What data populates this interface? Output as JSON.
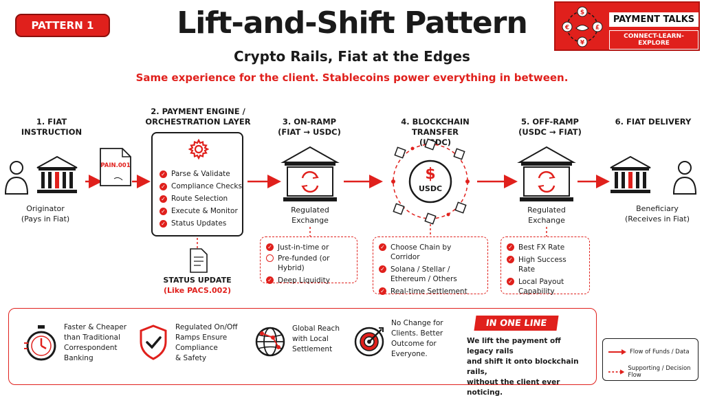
{
  "badge": "PATTERN 1",
  "title": "Lift-and-Shift Pattern",
  "subtitle": "Crypto Rails, Fiat at the Edges",
  "tagline": "Same experience for the client. Stablecoins power everything in between.",
  "brand": {
    "name": "PAYMENT TALKS",
    "slogan": "CONNECT-LEARN-EXPLORE"
  },
  "colors": {
    "accent": "#e0201c",
    "ink": "#1a1a1a"
  },
  "steps": [
    {
      "title1": "1. Fiat Instruction",
      "title2": ""
    },
    {
      "title1": "2. Payment Engine /",
      "title2": "Orchestration Layer"
    },
    {
      "title1": "3. On-Ramp",
      "title2": "(Fiat → USDC)"
    },
    {
      "title1": "4. Blockchain Transfer",
      "title2": "(USDC)"
    },
    {
      "title1": "5. Off-Ramp",
      "title2": "(USDC → Fiat)"
    },
    {
      "title1": "6. Fiat Delivery",
      "title2": ""
    }
  ],
  "originator": {
    "line1": "Originator",
    "line2": "(Pays in Fiat)"
  },
  "beneficiary": {
    "line1": "Beneficiary",
    "line2": "(Receives in Fiat)"
  },
  "document": "PAIN.001",
  "engine_items": [
    "Parse & Validate",
    "Compliance Checks",
    "Route Selection",
    "Execute & Monitor",
    "Status Updates"
  ],
  "status_update": {
    "line1": "STATUS UPDATE",
    "line2": "(Like PACS.002)"
  },
  "onramp_label": {
    "line1": "Regulated",
    "line2": "Exchange"
  },
  "offramp_label": {
    "line1": "Regulated",
    "line2": "Exchange"
  },
  "usdc": {
    "symbol": "$",
    "label": "USDC"
  },
  "onramp_box": [
    "Just-in-time or",
    "Pre-funded (or Hybrid)",
    "Deep Liquidity"
  ],
  "chain_box": [
    "Choose Chain by Corridor",
    "Solana / Stellar /",
    "Ethereum / Others",
    "Real-time Settlement"
  ],
  "offramp_box": [
    "Best FX Rate",
    "High Success Rate",
    "Local Payout",
    "Capability"
  ],
  "benefits": [
    {
      "l1": "Faster & Cheaper",
      "l2": "than Traditional",
      "l3": "Correspondent",
      "l4": "Banking",
      "icon": "stopwatch-icon"
    },
    {
      "l1": "Regulated On/Off",
      "l2": "Ramps Ensure",
      "l3": "Compliance",
      "l4": "& Safety",
      "icon": "shield-check-icon"
    },
    {
      "l1": "Global Reach",
      "l2": "with Local",
      "l3": "Settlement",
      "l4": "",
      "icon": "globe-icon"
    },
    {
      "l1": "No Change for",
      "l2": "Clients. Better",
      "l3": "Outcome for",
      "l4": "Everyone.",
      "icon": "target-icon"
    }
  ],
  "oneline": {
    "title": "IN ONE LINE",
    "l1": "We lift the payment off legacy rails",
    "l2": "and shift it onto blockchain rails,",
    "l3": "without the client ever noticing."
  },
  "legend": {
    "solid": "Flow of Funds / Data",
    "dashed": "Supporting / Decision Flow"
  }
}
